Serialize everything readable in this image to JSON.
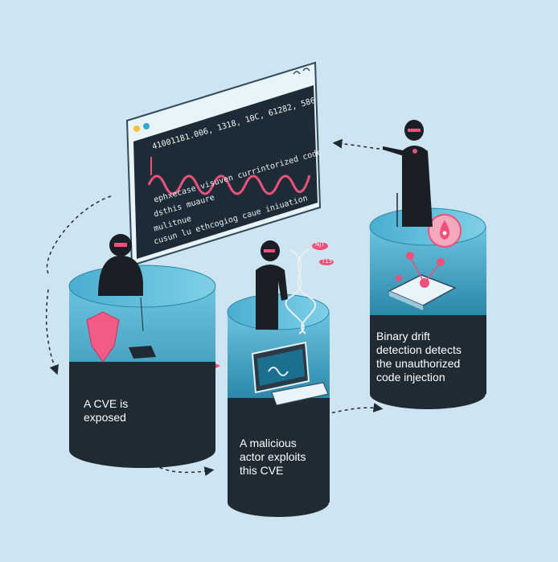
{
  "terminal": {
    "hex_line": "41001181.006, 1318, 10C, 61282, 586",
    "lines": [
      "ephxecase visuven currintorized code",
      "dsthis muaure",
      "mulitnue",
      "cusun lu ethcogiog caue iniuation"
    ]
  },
  "tags": {
    "dna_tag_1": "NJT",
    "dna_tag_2": "T15"
  },
  "steps": [
    {
      "id": "step-1",
      "caption_lines": [
        "A CVE is",
        "exposed"
      ]
    },
    {
      "id": "step-2",
      "caption_lines": [
        "A malicious",
        "actor exploits",
        "this CVE"
      ]
    },
    {
      "id": "step-3",
      "caption_lines": [
        "Binary drift",
        "detection detects",
        "the unauthorized",
        "code injection"
      ]
    }
  ],
  "colors": {
    "background": "#cfe4f1",
    "cylinder_dark": "#1f2a33",
    "cylinder_teal": "#2a8fb3",
    "cylinder_top": "#4fb6d6",
    "accent_pink": "#f0507a",
    "screen_bg": "#1d2b36"
  }
}
